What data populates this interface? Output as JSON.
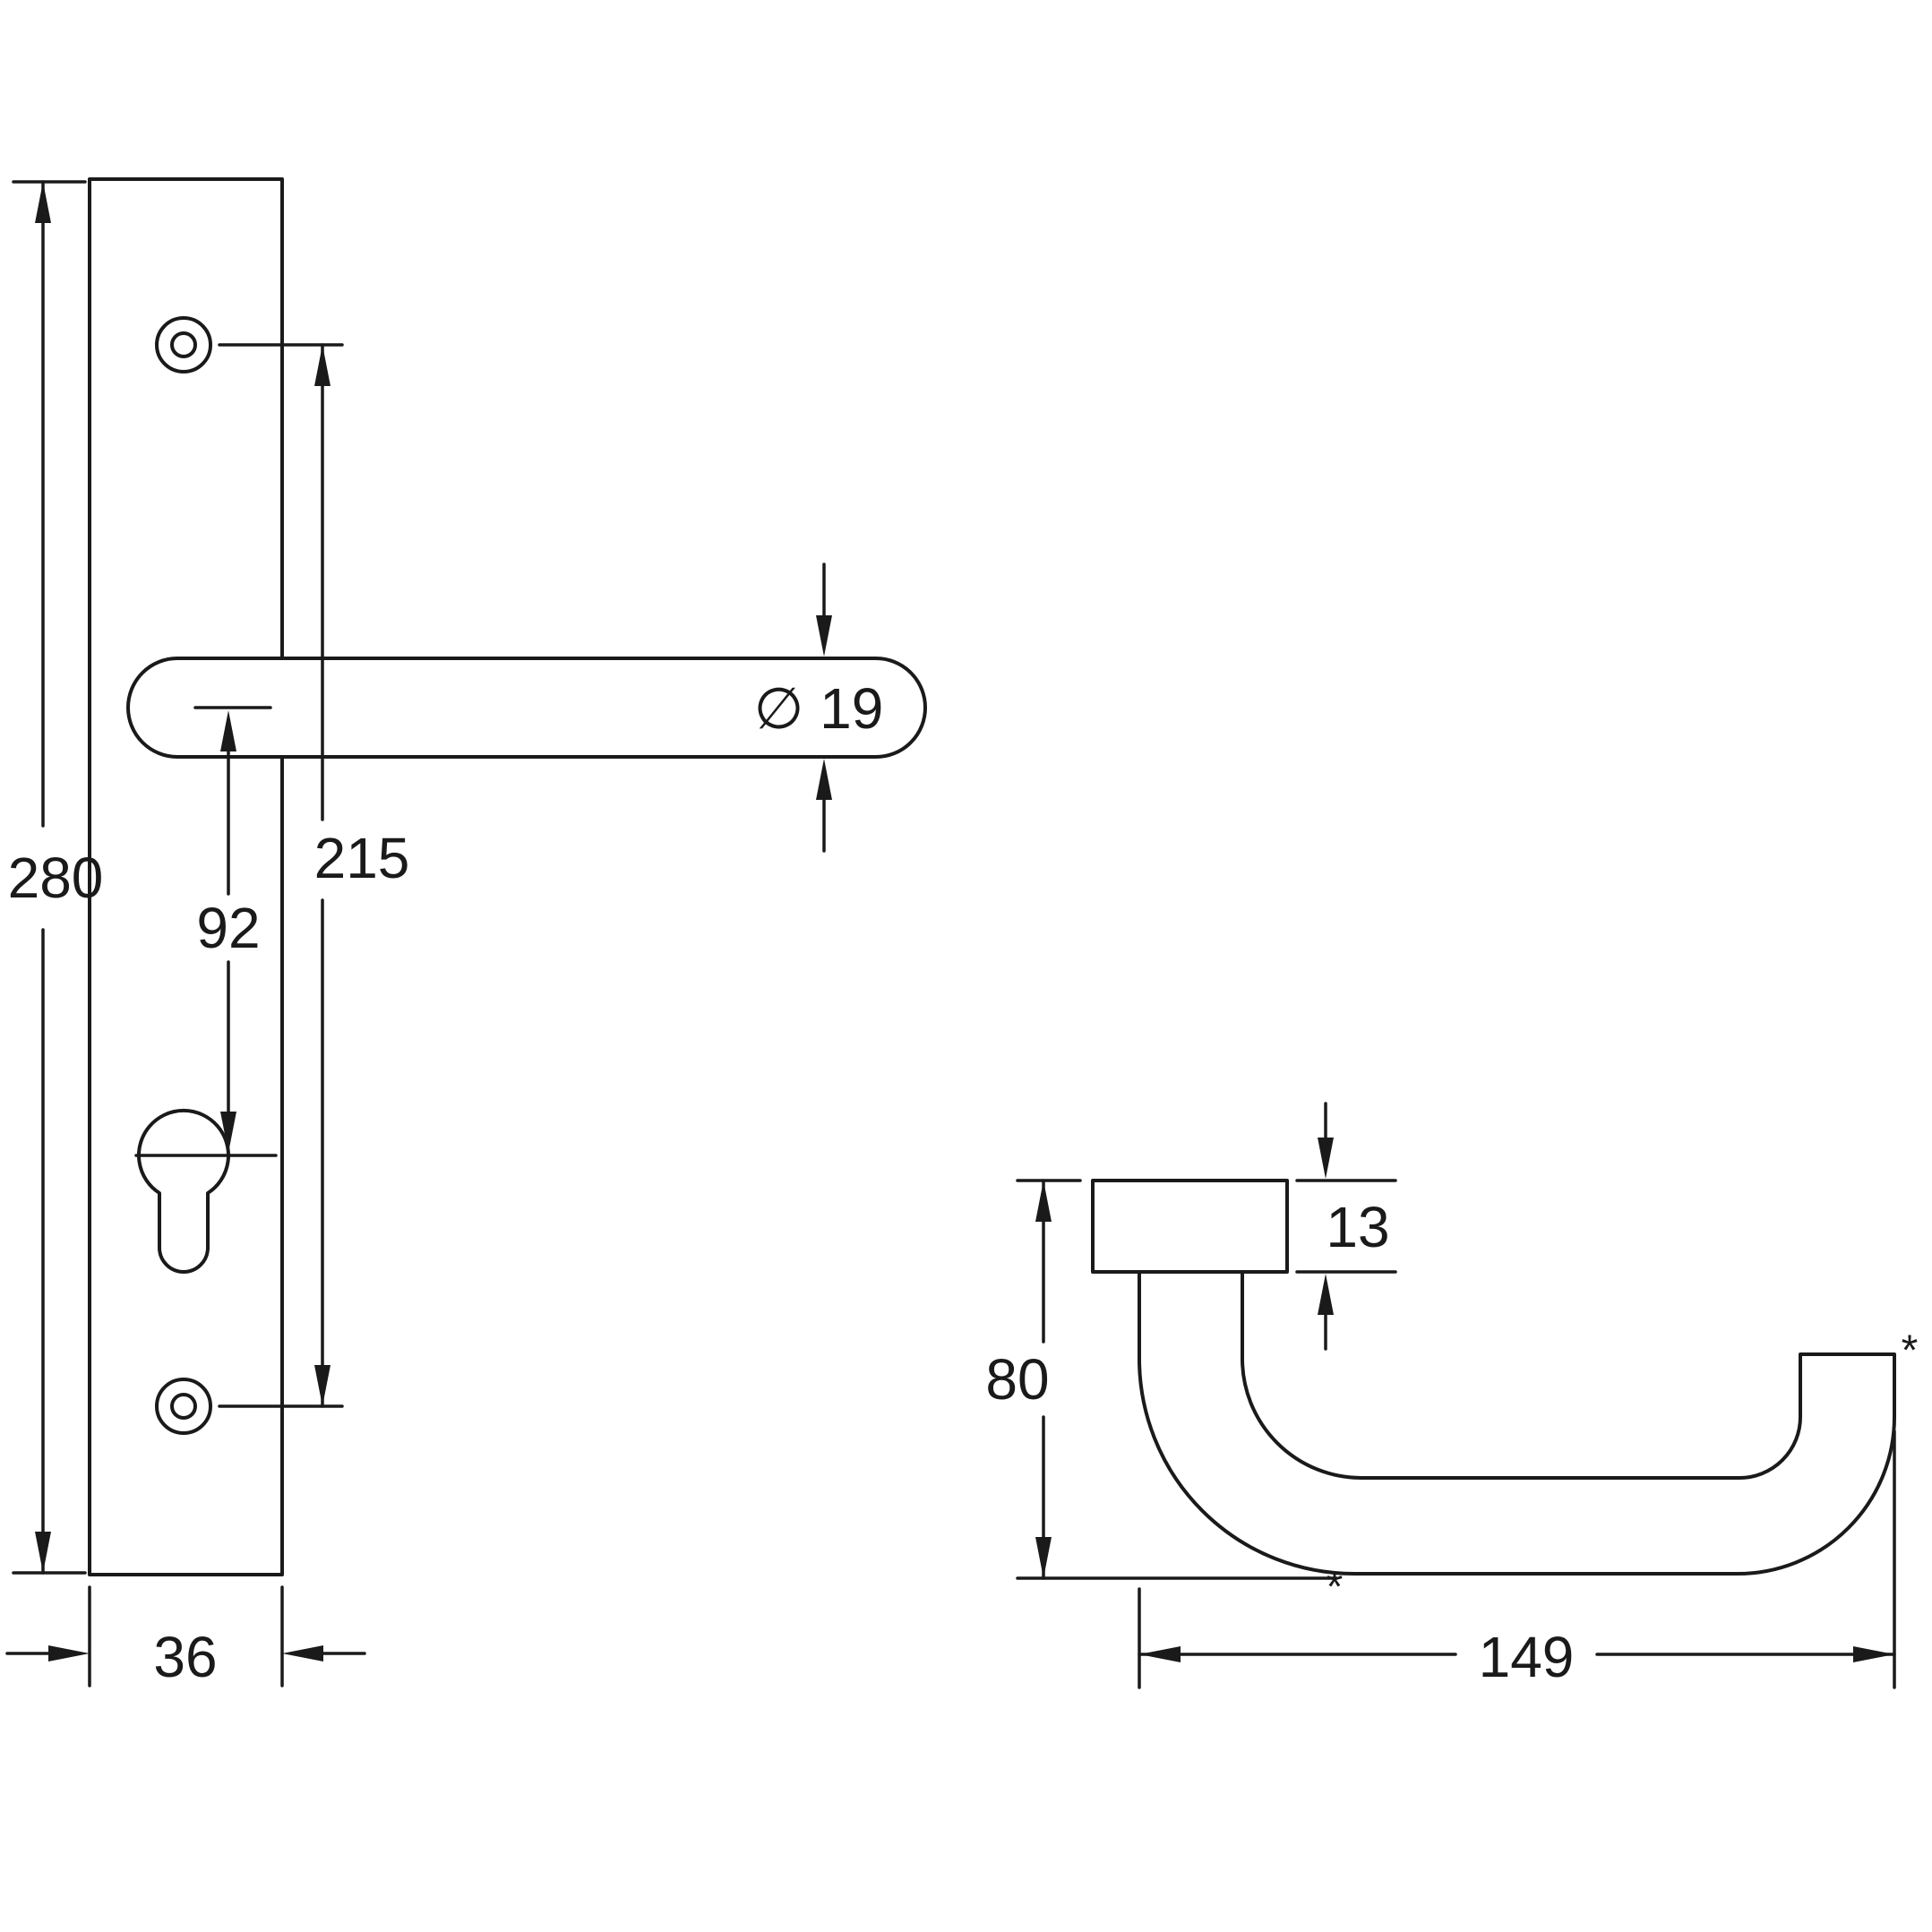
{
  "drawing": {
    "background": "#ffffff",
    "line_color": "#1a1a1a",
    "subject": "door-handle-with-backplate-technical-drawing",
    "front_view": {
      "dim_plate_height": "280",
      "dim_plate_width": "36",
      "dim_screw_centres": "215",
      "dim_lever_to_cylinder": "92",
      "dim_lever_diameter": "∅ 19"
    },
    "side_view": {
      "dim_rose_thickness": "13",
      "dim_projection": "80",
      "dim_length": "149"
    },
    "footnote_marker": "*"
  }
}
